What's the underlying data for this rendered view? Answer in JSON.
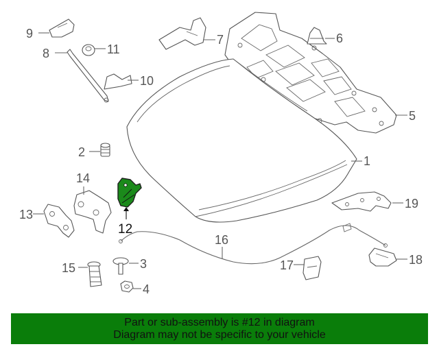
{
  "diagram": {
    "highlight_color": "#1b8a1b",
    "callouts": {
      "c1": "1",
      "c2": "2",
      "c3": "3",
      "c4": "4",
      "c5": "5",
      "c6": "6",
      "c7": "7",
      "c8": "8",
      "c9": "9",
      "c10": "10",
      "c11": "11",
      "c12": "12",
      "c13": "13",
      "c14": "14",
      "c15": "15",
      "c16": "16",
      "c17": "17",
      "c18": "18",
      "c19": "19"
    }
  },
  "banner": {
    "background": "#0a7d0a",
    "line1": "Part or sub-assembly is #12 in diagram",
    "line2": "Diagram may not be specific to your vehicle"
  }
}
